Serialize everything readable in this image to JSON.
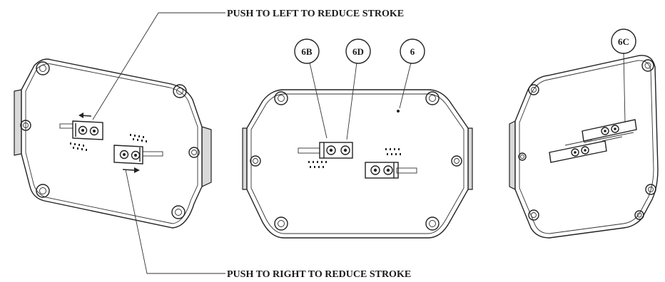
{
  "callouts": {
    "top": "PUSH TO LEFT TO REDUCE STROKE",
    "bottom": "PUSH TO RIGHT TO REDUCE STROKE"
  },
  "bubbles": {
    "b6b": "6B",
    "b6d": "6D",
    "b6": "6",
    "b6c": "6C"
  }
}
